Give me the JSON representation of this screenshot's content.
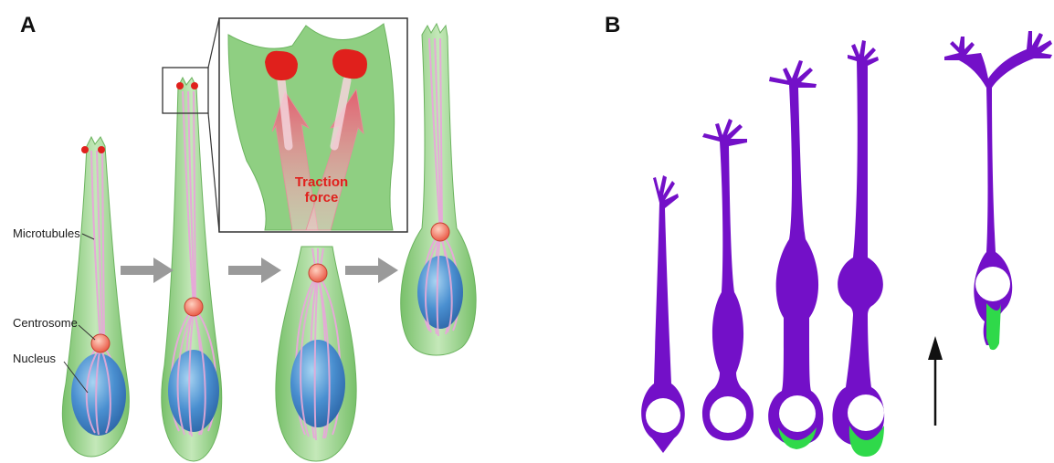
{
  "panel_a": {
    "letter": "A",
    "labels": {
      "microtubules": "Microtubules",
      "centrosome": "Centrosome",
      "nucleus": "Nucleus"
    },
    "inset": {
      "line1": "Traction",
      "line2": "force"
    }
  },
  "panel_b": {
    "letter": "B"
  },
  "colors": {
    "cell_green": "#8fcf82",
    "cell_green_edge": "#6bb35e",
    "nucleus_blue": "#3f7fc4",
    "microtubule_pink": "#e6a9d8",
    "centrosome_red": "#ee5a4a",
    "adhesion_red": "#e0201c",
    "neuron_purple": "#7310c8",
    "soma_green": "#2fd94a",
    "arrow_gray": "#9a9a9a",
    "traction_text": "#e0201c"
  }
}
